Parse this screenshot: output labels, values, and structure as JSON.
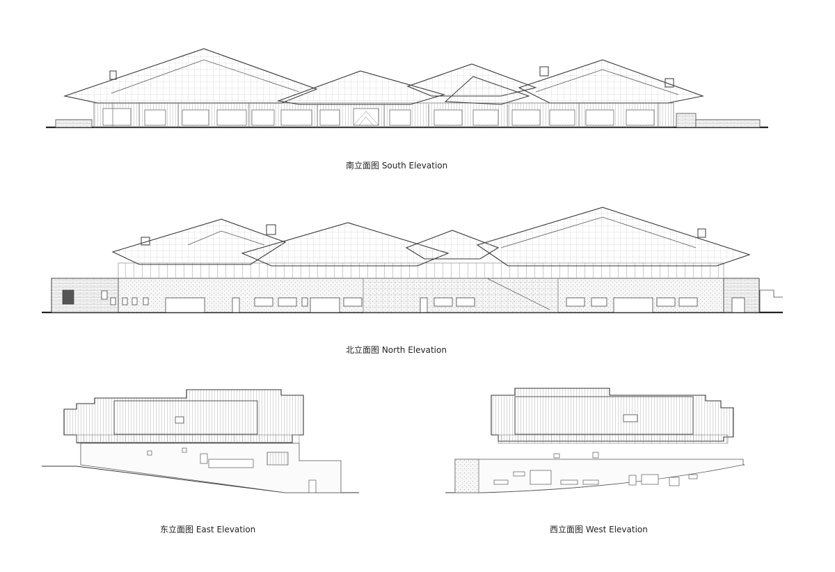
{
  "captions": {
    "south": "南立面图 South Elevation",
    "north": "北立面图 North Elevation",
    "east": "东立面图 East Elevation",
    "west": "西立面图 West Elevation"
  },
  "colors": {
    "background": "#ffffff",
    "line": "#333333",
    "fine_line": "#9a9a9a",
    "hatch": "#cfcfcf"
  }
}
